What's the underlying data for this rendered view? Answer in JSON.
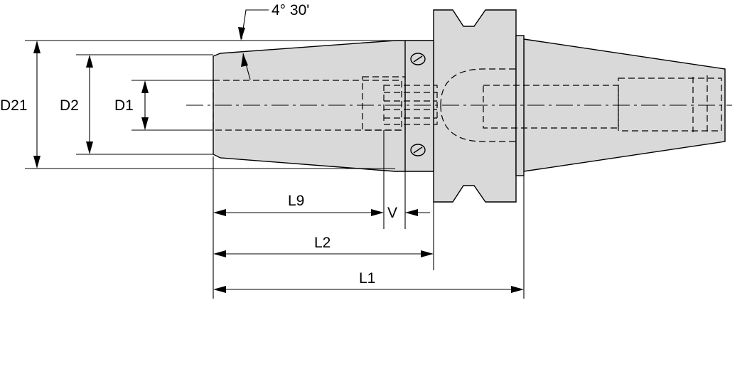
{
  "labels": {
    "angle": "4° 30'",
    "d21": "D21",
    "d2": "D2",
    "d1": "D1",
    "l9": "L9",
    "v": "V",
    "l2": "L2",
    "l1": "L1"
  },
  "colors": {
    "body": "#d9d9d9",
    "line": "#000000",
    "background": "#ffffff"
  }
}
